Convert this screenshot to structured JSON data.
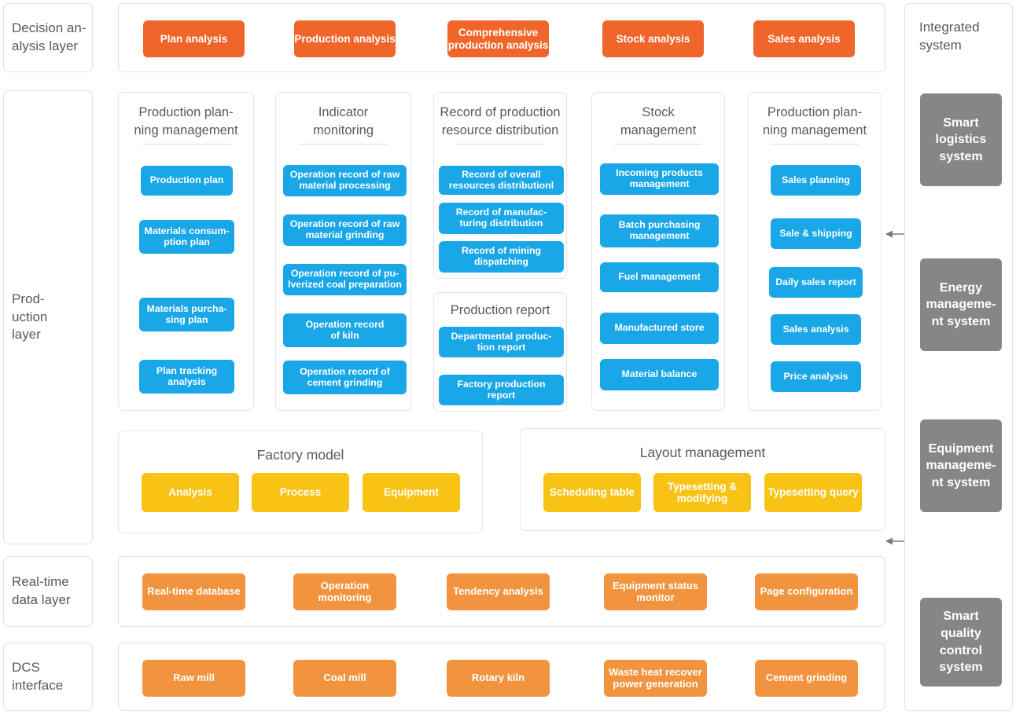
{
  "layers": [
    {
      "id": "decision",
      "label": "Decision an-\nalysis  layer"
    },
    {
      "id": "production",
      "label": "Prod-\nuction\nlayer"
    },
    {
      "id": "realtime",
      "label": "Real-time\ndata layer"
    },
    {
      "id": "dcs",
      "label": "DCS\ninterface"
    }
  ],
  "decision": {
    "items": [
      {
        "label": "Plan analysis"
      },
      {
        "label": "Production analysis"
      },
      {
        "label": "Comprehensive\nproduction analysis"
      },
      {
        "label": "Stock analysis"
      },
      {
        "label": "Sales analysis"
      }
    ]
  },
  "production": {
    "columns": [
      {
        "title": "Production plan-\nning management",
        "items": [
          {
            "label": "Production plan"
          },
          {
            "label": "Materials consum-\nption plan"
          },
          {
            "label": "Materials purcha-\nsing plan"
          },
          {
            "label": "Plan tracking\nanalysis"
          }
        ]
      },
      {
        "title": "Indicator\nmonitoring",
        "items": [
          {
            "label": "Operation record of raw\nmaterial processing"
          },
          {
            "label": "Operation record of raw\nmaterial grinding"
          },
          {
            "label": "Operation record of pu-\nlverized coal preparation"
          },
          {
            "label": "Operation record\nof kiln"
          },
          {
            "label": "Operation record of\ncement grinding"
          }
        ]
      },
      {
        "title": "Record of production\nresource distribution",
        "items": [
          {
            "label": "Record of overall\nresources distributionl"
          },
          {
            "label": "Record of manufac-\nturing distribution"
          },
          {
            "label": "Record of mining\ndispatching"
          }
        ]
      },
      {
        "title": "Stock\nmanagement",
        "items": [
          {
            "label": "Incoming products\nmanagement"
          },
          {
            "label": "Batch purchasing\nmanagement"
          },
          {
            "label": "Fuel management"
          },
          {
            "label": "Manufactured store"
          },
          {
            "label": "Material balance"
          }
        ]
      },
      {
        "title": "Production plan-\nning management",
        "items": [
          {
            "label": "Sales planning"
          },
          {
            "label": "Sale & shipping"
          },
          {
            "label": "Daily sales report"
          },
          {
            "label": "Sales analysis"
          },
          {
            "label": "Price analysis"
          }
        ]
      }
    ],
    "report_card": {
      "title": "Production report",
      "items": [
        {
          "label": "Departmental produc-\ntion report"
        },
        {
          "label": "Factory production\nreport"
        }
      ]
    },
    "factory_model": {
      "title": "Factory model",
      "items": [
        {
          "label": "Analysis"
        },
        {
          "label": "Process"
        },
        {
          "label": "Equipment"
        }
      ]
    },
    "layout_management": {
      "title": "Layout management",
      "items": [
        {
          "label": "Scheduling table"
        },
        {
          "label": "Typesetting &\nmodifying"
        },
        {
          "label": "Typesetting query"
        }
      ]
    }
  },
  "realtime": {
    "items": [
      {
        "label": "Real-time database"
      },
      {
        "label": "Operation monitoring"
      },
      {
        "label": "Tendency analysis"
      },
      {
        "label": "Equipment status\nmonitor"
      },
      {
        "label": "Page configuration"
      }
    ]
  },
  "dcs": {
    "items": [
      {
        "label": "Raw mill"
      },
      {
        "label": "Coal mill"
      },
      {
        "label": "Rotary kiln"
      },
      {
        "label": "Waste heat recover\npower generation"
      },
      {
        "label": "Cement grinding"
      }
    ]
  },
  "integrated": {
    "title": "Integrated\nsystem",
    "items": [
      {
        "label": "Smart\nlogistics\nsystem"
      },
      {
        "label": "Energy\nmanageme-\nnt system"
      },
      {
        "label": "Equipment\nmanageme-\nnt system"
      },
      {
        "label": "Smart\nquality\ncontrol\nsystem"
      }
    ]
  },
  "colors": {
    "orange": "#f0652a",
    "orange_light": "#f2943f",
    "blue": "#1aa7e8",
    "yellow": "#f9c315",
    "gray": "#868686",
    "text": "#595959",
    "border": "#e2e2e2"
  }
}
